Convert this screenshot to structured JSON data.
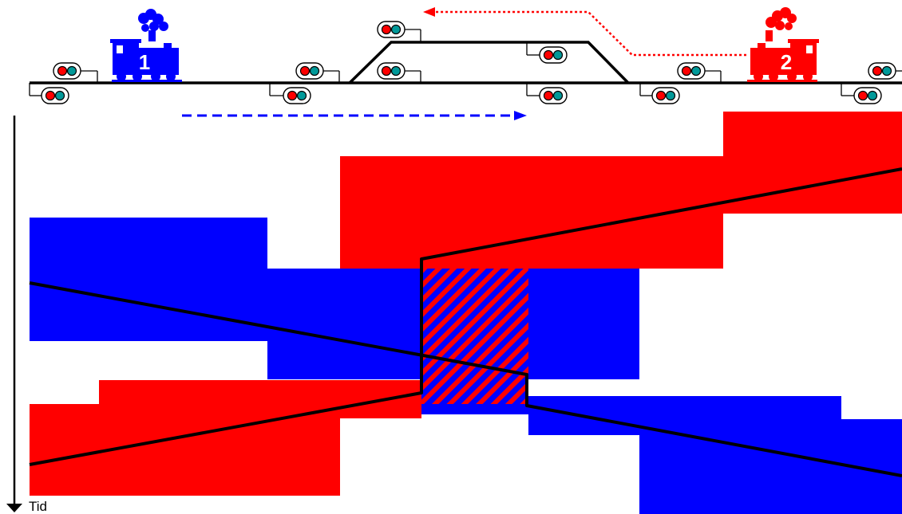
{
  "colors": {
    "train_1": "#0000ff",
    "train_2": "#ff0000",
    "track": "#000000",
    "signal_red": "#ff0000",
    "signal_green": "#009999",
    "background": "#ffffff"
  },
  "trains": [
    {
      "id": "train-1",
      "number": "1",
      "color": "#0000ff",
      "direction": "right",
      "arrow_style": "dashed"
    },
    {
      "id": "train-2",
      "number": "2",
      "color": "#ff0000",
      "direction": "left",
      "arrow_style": "dotted"
    }
  ],
  "signal_icon": "two-aspect-signal-icon",
  "locomotive_icon": "steam-locomotive-icon",
  "time_axis": {
    "label": "Tid",
    "direction": "down"
  }
}
